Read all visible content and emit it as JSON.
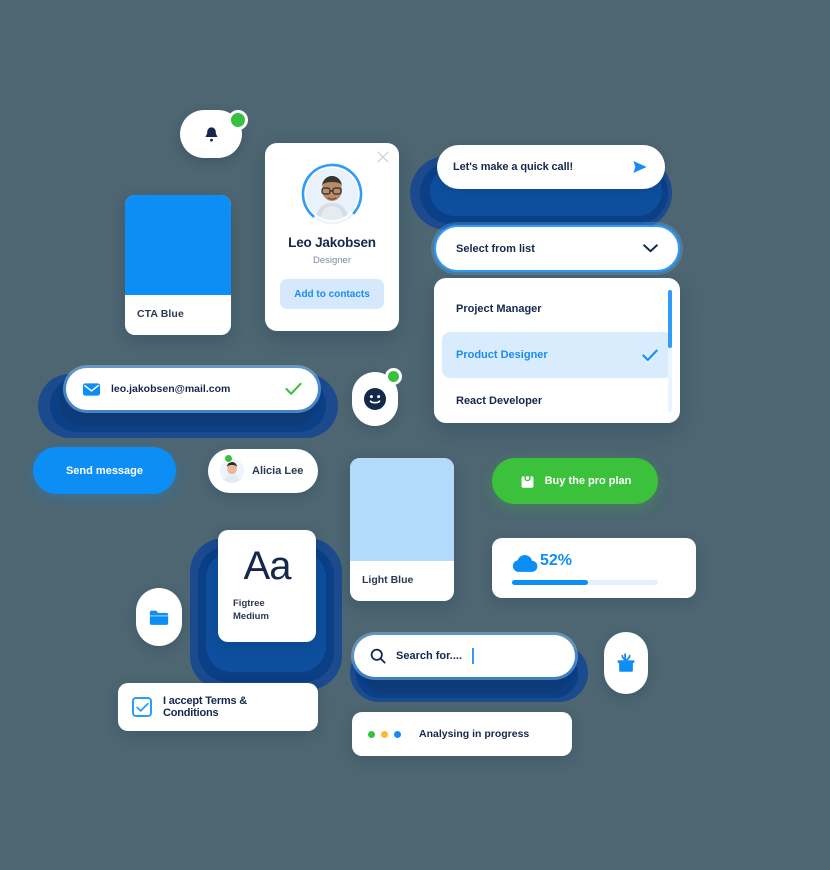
{
  "theme": {
    "background": "#4d6672",
    "accent_blue": "#0d8ef5",
    "navy": "#15284b",
    "green": "#3cc13c",
    "light_blue": "#b3d9fb",
    "shadow_blue": "#0b3f86"
  },
  "notification": {
    "icon": "bell-icon",
    "badge_color": "#38c040"
  },
  "swatches": [
    {
      "label": "CTA Blue",
      "color": "#0d8ef5"
    },
    {
      "label": "Light Blue",
      "color": "#b3d9fb"
    }
  ],
  "profile_card": {
    "name": "Leo Jakobsen",
    "role": "Designer",
    "button_label": "Add to contacts",
    "close_icon": "close-icon",
    "avatar_icon": "avatar"
  },
  "quick_call": {
    "text": "Let's make a quick call!",
    "send_icon": "send-icon"
  },
  "select": {
    "value": "Select from list",
    "chevron_icon": "chevron-down-icon",
    "options": [
      {
        "label": "Project Manager",
        "selected": false
      },
      {
        "label": "Product Designer",
        "selected": true
      },
      {
        "label": "React Developer",
        "selected": false
      }
    ]
  },
  "email": {
    "value": "leo.jakobsen@mail.com",
    "mail_icon": "mail-icon",
    "valid_icon": "check-icon"
  },
  "send_message": {
    "label": "Send message"
  },
  "contact_pill": {
    "name": "Alicia Lee",
    "status": "online"
  },
  "smiley": {
    "icon": "smiley-icon",
    "badge_color": "#38c040"
  },
  "buy_plan": {
    "label": "Buy the pro plan",
    "icon": "shopping-bag-icon"
  },
  "storage": {
    "percent_label": "52%",
    "percent_value": 52,
    "icon": "cloud-icon"
  },
  "font_card": {
    "sample": "Aa",
    "family": "Figtree",
    "weight": "Medium"
  },
  "folder": {
    "icon": "folder-icon"
  },
  "terms": {
    "label": "I accept Terms & Conditions",
    "checked": true
  },
  "search": {
    "placeholder": "Search for....",
    "icon": "search-icon"
  },
  "analysing": {
    "label": "Analysing in progress",
    "dots": [
      "#3cc13c",
      "#f5b93c",
      "#1a8cf0"
    ]
  },
  "gift": {
    "icon": "gift-icon"
  }
}
